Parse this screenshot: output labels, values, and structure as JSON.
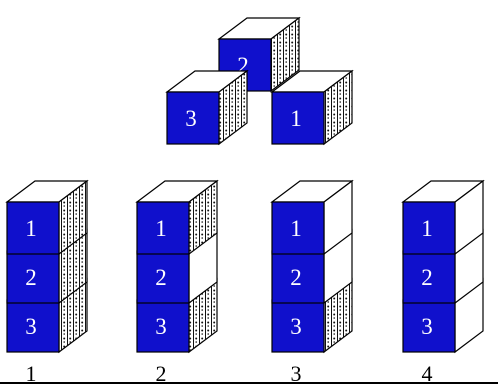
{
  "colors": {
    "front_face": "#1010cc",
    "outline": "#000000",
    "background": "#ffffff",
    "pattern": "#111111"
  },
  "top_figure": {
    "cubes": [
      {
        "front_number": "2",
        "side_pattern": true
      },
      {
        "front_number": "3",
        "side_pattern": true
      },
      {
        "front_number": "1",
        "side_pattern": true
      }
    ]
  },
  "options": [
    {
      "label": "1",
      "cubes": [
        {
          "front_number": "1",
          "side_pattern": true
        },
        {
          "front_number": "2",
          "side_pattern": true
        },
        {
          "front_number": "3",
          "side_pattern": true
        }
      ]
    },
    {
      "label": "2",
      "cubes": [
        {
          "front_number": "1",
          "side_pattern": true
        },
        {
          "front_number": "2",
          "side_pattern": false
        },
        {
          "front_number": "3",
          "side_pattern": true
        }
      ]
    },
    {
      "label": "3",
      "cubes": [
        {
          "front_number": "1",
          "side_pattern": false
        },
        {
          "front_number": "2",
          "side_pattern": false
        },
        {
          "front_number": "3",
          "side_pattern": true
        }
      ]
    },
    {
      "label": "4",
      "cubes": [
        {
          "front_number": "1",
          "side_pattern": false
        },
        {
          "front_number": "2",
          "side_pattern": false
        },
        {
          "front_number": "3",
          "side_pattern": false
        }
      ]
    }
  ]
}
